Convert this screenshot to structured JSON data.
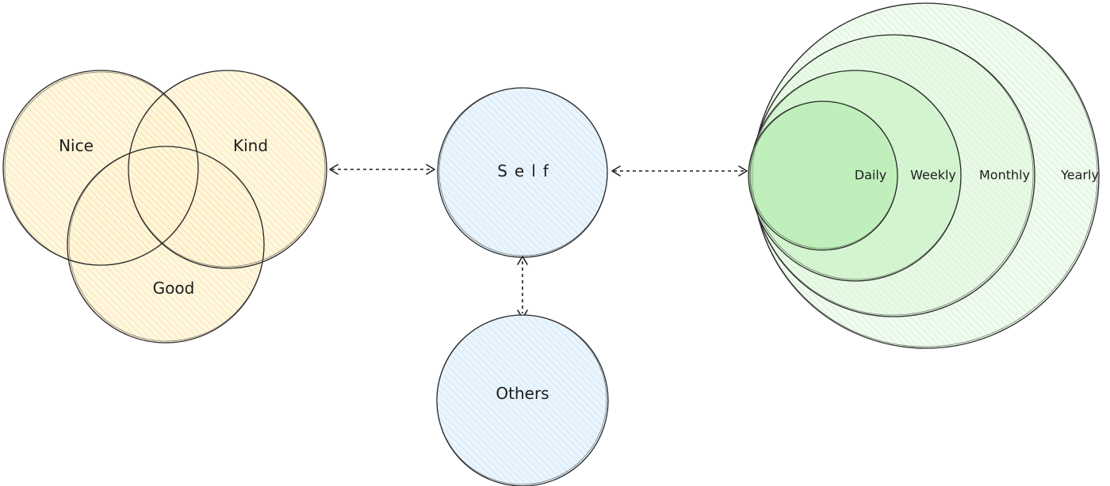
{
  "venn": {
    "nice": "Nice",
    "kind": "Kind",
    "good": "Good"
  },
  "center": {
    "self": "Self",
    "others": "Others"
  },
  "nested": {
    "daily": "Daily",
    "weekly": "Weekly",
    "monthly": "Monthly",
    "yearly": "Yearly"
  },
  "colors": {
    "yellow": "#ffe8a3",
    "blue": "#d6ebfa",
    "green": "#c6f0c2",
    "stroke": "#2a2a2a"
  }
}
